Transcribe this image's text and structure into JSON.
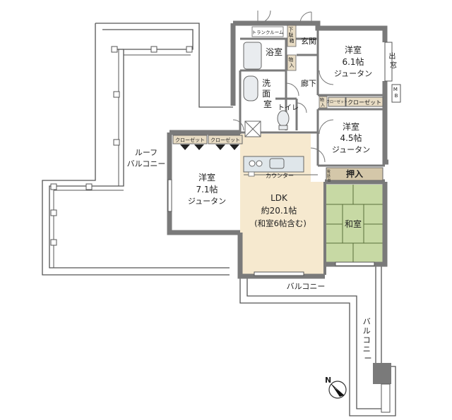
{
  "rooms": {
    "western_61": {
      "name": "洋室",
      "size": "6.1帖",
      "floor": "ジュータン"
    },
    "western_45": {
      "name": "洋室",
      "size": "4.5帖",
      "floor": "ジュータン"
    },
    "western_71": {
      "name": "洋室",
      "size": "7.1帖",
      "floor": "ジュータン"
    },
    "ldk": {
      "name": "LDK",
      "size": "約20.1帖",
      "note": "(和室6帖含む)"
    },
    "washitsu": {
      "name": "和室"
    },
    "bath": {
      "name": "浴室"
    },
    "washroom": {
      "name": "洗面室"
    },
    "toilet": {
      "name": "トイレ"
    },
    "entrance": {
      "name": "玄関"
    },
    "hallway": {
      "name": "廊下"
    }
  },
  "storage": {
    "trunk_room": "トランクルーム",
    "shoe_box": "下駄箱",
    "mono_1": "物入",
    "mono_2": "物入",
    "closet_1": "クローゼット",
    "closet_2": "クローゼット",
    "closet_3": "クローゼット",
    "closet_main": "クローゼット",
    "oshiire": "押入",
    "mb": "MB",
    "dewindow": "出窓",
    "counter": "カウンター",
    "denka": "電話台"
  },
  "balconies": {
    "roof_balcony": "ルーフバルコニー",
    "balcony_bottom": "バルコニー",
    "balcony_right": "バルコニー"
  },
  "compass": {
    "label": "N"
  },
  "colors": {
    "wall": "#7a7a7a",
    "ldk_floor": "#f6e9cf",
    "room_floor": "#ffffff",
    "tatami": "#c7d9a4",
    "tatami_line": "#5a6e3a",
    "closet_band": "#e8dcc4",
    "oshiire_band": "#d4c7a9"
  }
}
